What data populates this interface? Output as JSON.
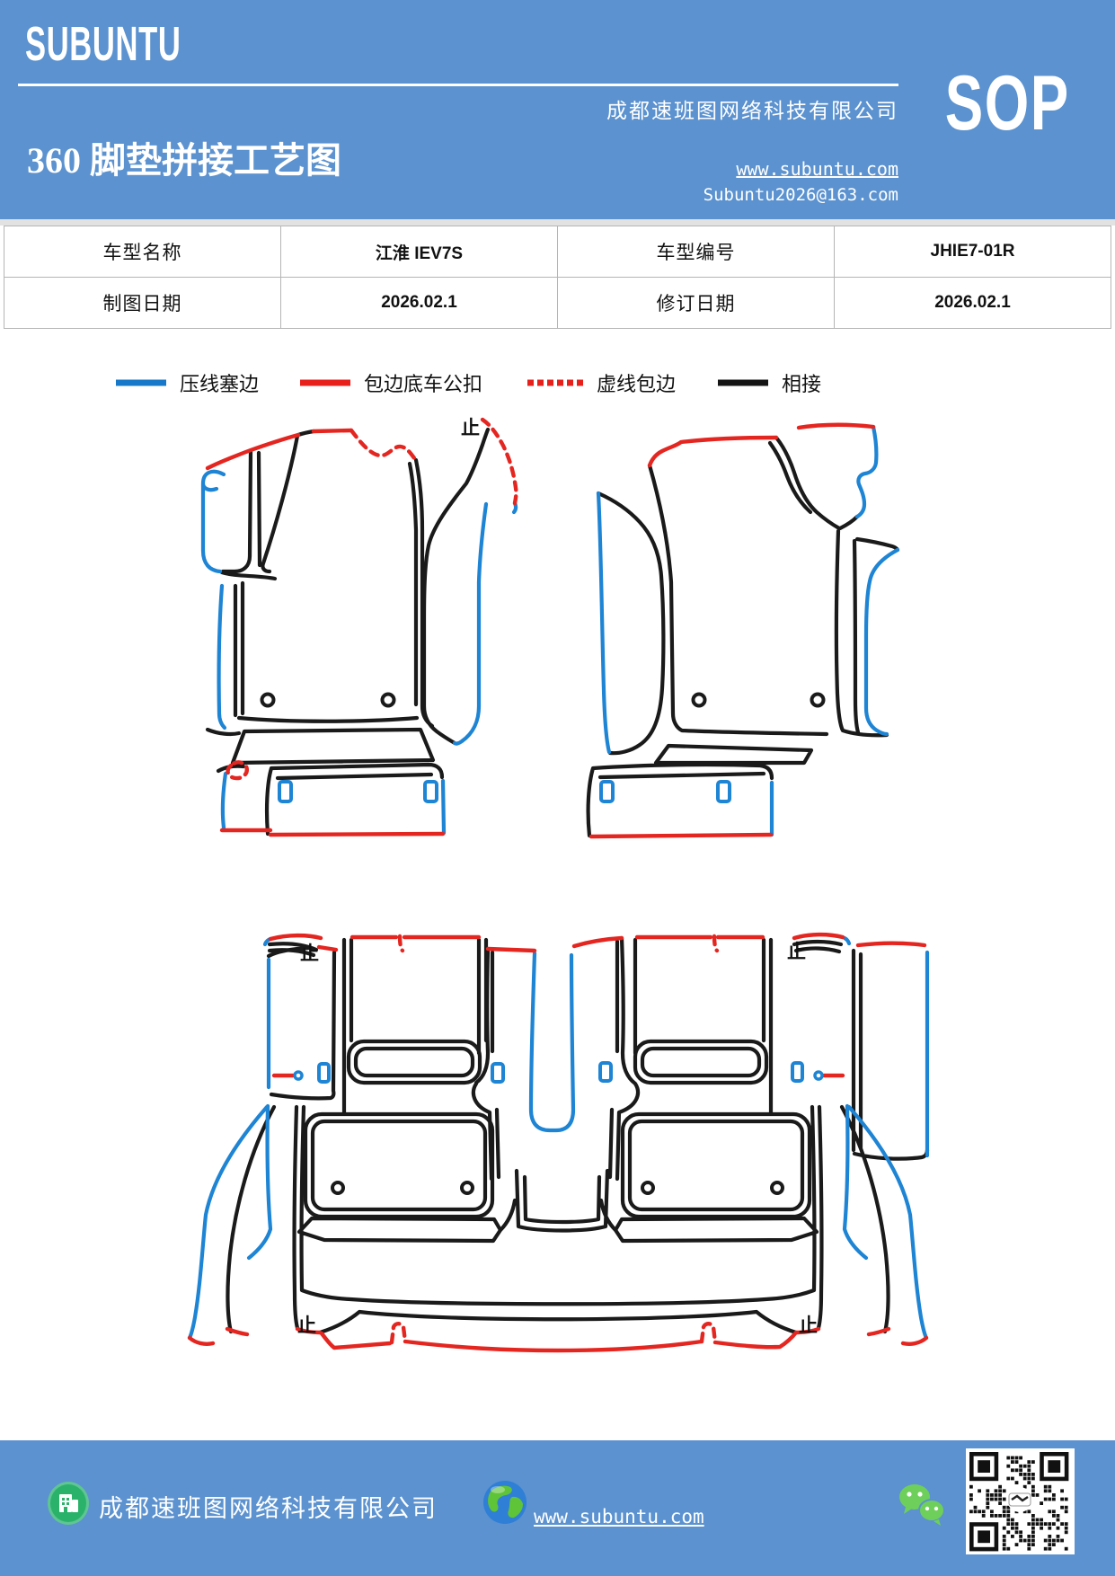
{
  "header": {
    "logo": "SUBUNTU",
    "title": "360 脚垫拼接工艺图",
    "company": "成都速班图网络科技有限公司",
    "sop": "SOP",
    "website": "www.subuntu.com",
    "email": "Subuntu2026@163.com"
  },
  "info_table": {
    "rows": [
      [
        "车型名称",
        "江淮 IEV7S",
        "车型编号",
        "JHIE7-01R"
      ],
      [
        "制图日期",
        "2026.02.1",
        "修订日期",
        "2026.02.1"
      ]
    ]
  },
  "legend": {
    "items": [
      {
        "label": "压线塞边",
        "color": "#1778c9",
        "style": "solid"
      },
      {
        "label": "包边底车公扣",
        "color": "#e8201c",
        "style": "solid"
      },
      {
        "label": "虚线包边",
        "color": "#e8201c",
        "style": "dashed"
      },
      {
        "label": "相接",
        "color": "#141414",
        "style": "solid"
      }
    ]
  },
  "diagram": {
    "stop_marks": [
      "止",
      "止",
      "止",
      "止",
      "止"
    ]
  },
  "footer": {
    "company": "成都速班图网络科技有限公司",
    "website": "www.subuntu.com"
  },
  "colors": {
    "header_blue": "#5b92cf",
    "line_blue": "#1e84d4",
    "line_red": "#e42621",
    "line_black": "#1a1a1a",
    "table_border": "#b5b5b5",
    "footer_green": "#2bb26a",
    "wechat_green": "#6ecf5a"
  }
}
